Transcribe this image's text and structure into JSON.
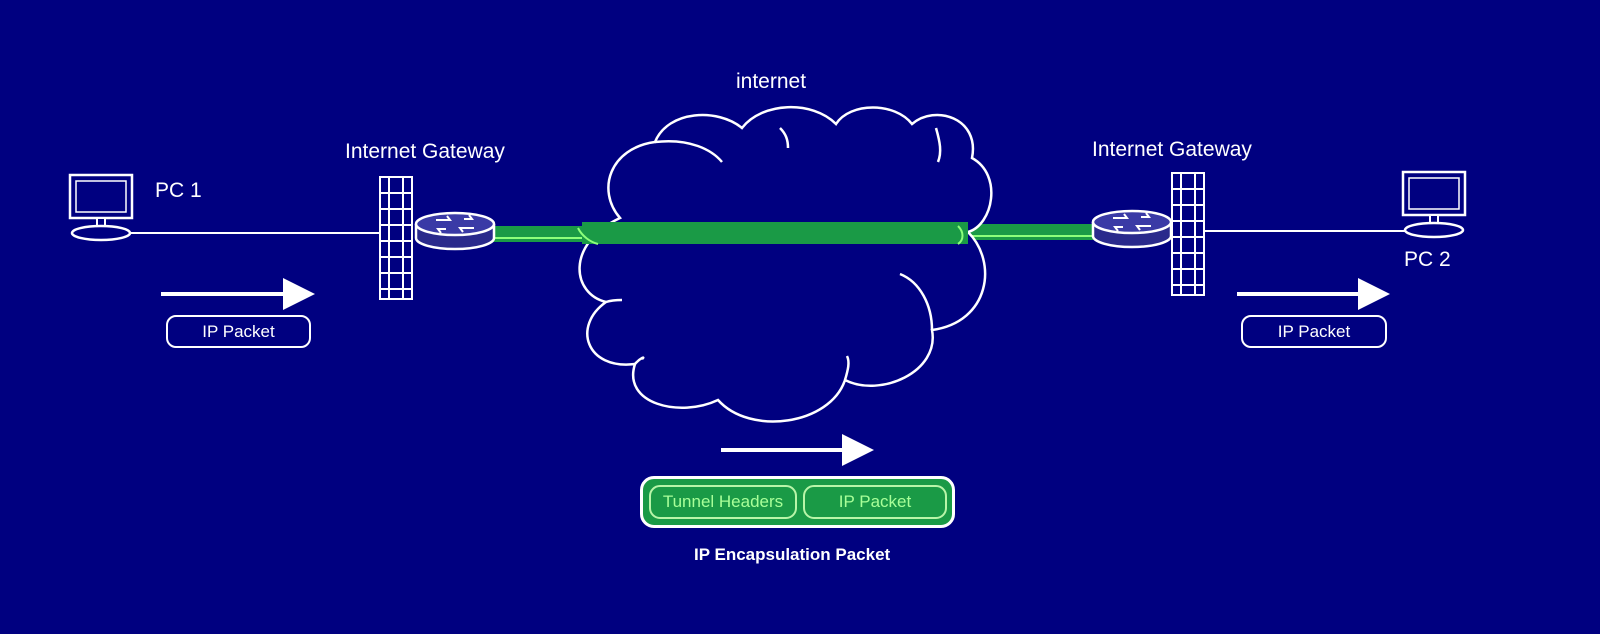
{
  "cloud_label": "internet",
  "left": {
    "gateway_label": "Internet Gateway",
    "pc_label": "PC 1",
    "packet_label": "IP Packet"
  },
  "right": {
    "gateway_label": "Internet Gateway",
    "pc_label": "PC 2",
    "packet_label": "IP Packet"
  },
  "tunnel_packet": {
    "header_label": "Tunnel Headers",
    "payload_label": "IP Packet",
    "caption": "IP Encapsulation Packet"
  },
  "colors": {
    "background": "#000080",
    "tunnel_green": "#1a9a46",
    "tunnel_highlight": "#8cff7a",
    "line": "#ffffff"
  }
}
